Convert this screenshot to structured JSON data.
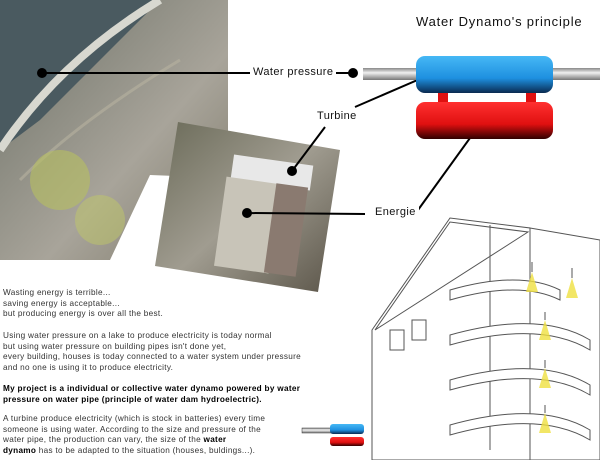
{
  "title": "Water Dynamo's principle",
  "labels": {
    "water_pressure": "Water pressure",
    "turbine": "Turbine",
    "energie": "Energie"
  },
  "paragraphs": {
    "p1": [
      "Wasting energy is terrible...",
      "saving energy is acceptable...",
      "but producing energy is over all the best."
    ],
    "p2": [
      "Using water pressure on a lake to produce electricity is today normal",
      "but using water pressure on building pipes isn't done yet,",
      "every building, houses is today connected to a water system under pressure",
      "and no one is using it to produce electricity."
    ],
    "p3": [
      "My project is a individual or collective water dynamo powered by water",
      "pressure on water pipe (principle of water dam hydroelectric)."
    ],
    "p4": {
      "line1": "A turbine produce electricity (which is stock in batteries) every time",
      "line2": "someone is using water. According to the size and pressure of the",
      "line3_pre": "water pipe, the production can vary, the size of the ",
      "line3_bold": "water",
      "line4_bold": "dynamo",
      "line4_post": " has to be adapted to the situation (houses, buldings...)."
    }
  },
  "colors": {
    "turbine_blue": "#1ea3ee",
    "energy_red": "#f01e1e",
    "pipe": "#bdbdbd"
  }
}
